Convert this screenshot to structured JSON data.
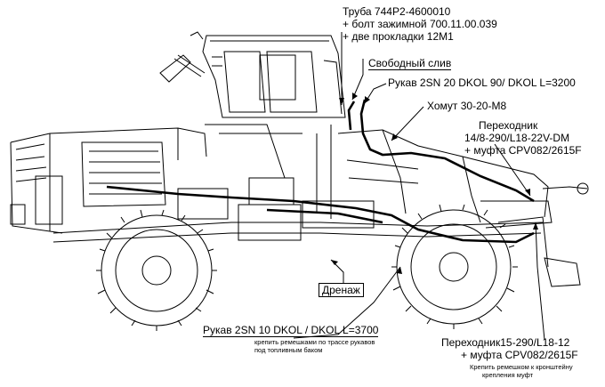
{
  "callouts": {
    "pipe": {
      "line1": "Труба 744Р2-4600010",
      "line2": "+ болт зажимной 700.11.00.039",
      "line3": "+ две прокладки 12М1"
    },
    "free_drain": "Свободный слив",
    "hose_20": "Рукав 2SN 20 DKOL 90/ DKOL L=3200",
    "clamp": "Хомут 30-20-М8",
    "adapter_top": {
      "line1": "Переходник",
      "line2": "14/8-290/L18-22V-DM",
      "line3": "+ муфта CPV082/2615F"
    },
    "drainage": "Дренаж",
    "hose_10": "Рукав 2SN 10 DKOL / DKOL L=3700",
    "hose_10_note": {
      "line1": "крепить ремешками  по трассе рукавов",
      "line2": "под топливным баком"
    },
    "adapter_bottom": {
      "line1": "Переходник15-290/L18-12",
      "line2": "+ муфта CPV082/2615F"
    },
    "adapter_bottom_note": {
      "line1": "Крепить ремешком к кронштейну",
      "line2": "крепления муфт"
    }
  },
  "colors": {
    "ink": "#000000",
    "paper": "#ffffff"
  }
}
